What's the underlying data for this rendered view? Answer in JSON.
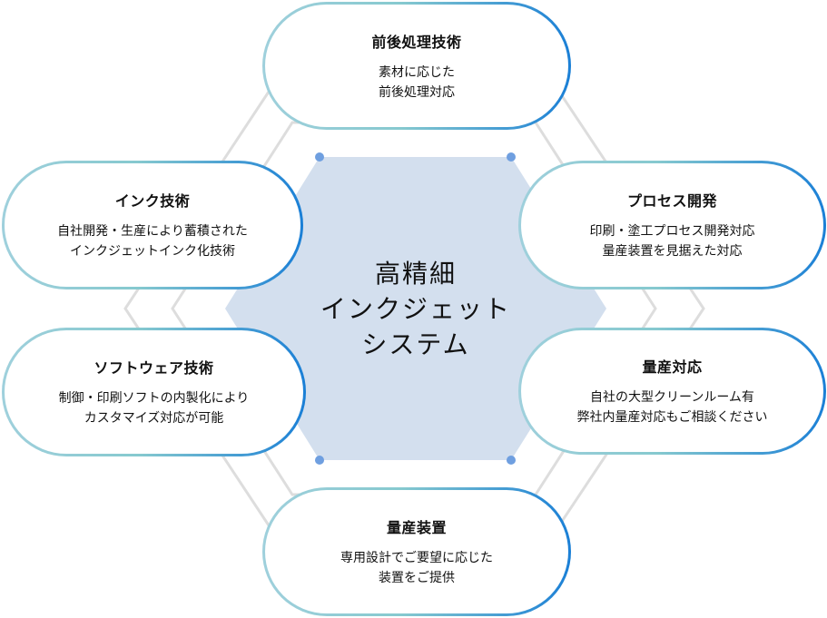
{
  "center": {
    "lines": [
      "高精細",
      "インクジェット",
      "システム"
    ]
  },
  "nodes": [
    {
      "title": "前後処理技術",
      "lines": [
        "素材に応じた",
        "前後処理対応"
      ]
    },
    {
      "title": "インク技術",
      "lines": [
        "自社開発・生産により蓄積された",
        "インクジェットインク化技術"
      ]
    },
    {
      "title": "プロセス開発",
      "lines": [
        "印刷・塗工プロセス開発対応",
        "量産装置を見据えた対応"
      ]
    },
    {
      "title": "ソフトウェア技術",
      "lines": [
        "制御・印刷ソフトの内製化により",
        "カスタマイズ対応が可能"
      ]
    },
    {
      "title": "量産対応",
      "lines": [
        "自社の大型クリーンルーム有",
        "弊社内量産対応もご相談ください"
      ]
    },
    {
      "title": "量産装置",
      "lines": [
        "専用設計でご要望に応じた",
        "装置をご提供"
      ]
    }
  ],
  "colors": {
    "hex_fill": "#d3dfee",
    "dot": "#6f9fe0",
    "line": "#dddddd",
    "border_light": "#9fd0dc",
    "border_dark": "#1a7fd6"
  }
}
